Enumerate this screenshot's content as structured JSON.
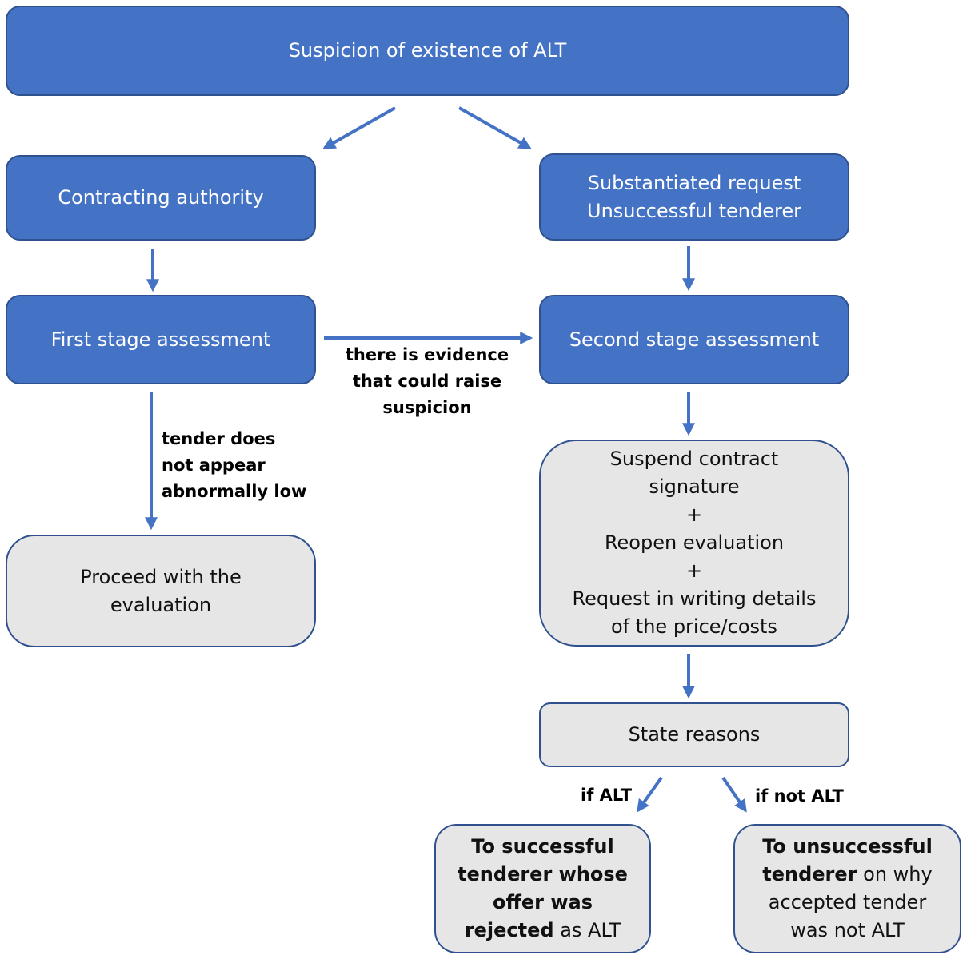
{
  "nodes": {
    "suspicion": {
      "lines": [
        "Suspicion of existence of ALT"
      ]
    },
    "contracting_authority": {
      "lines": [
        "Contracting authority"
      ]
    },
    "substantiated_request": {
      "lines": [
        "Substantiated request",
        "Unsuccessful tenderer"
      ]
    },
    "first_stage": {
      "lines": [
        "First stage assessment"
      ]
    },
    "second_stage": {
      "lines": [
        "Second stage assessment"
      ]
    },
    "proceed": {
      "lines": [
        "Proceed with the",
        "evaluation"
      ]
    },
    "suspend": {
      "lines": [
        "Suspend contract",
        "signature",
        "+",
        "Reopen evaluation",
        "+",
        "Request in writing details",
        "of the price/costs"
      ]
    },
    "state_reasons": {
      "lines": [
        "State reasons"
      ]
    },
    "to_successful": {
      "line1": "To successful",
      "line2": "tenderer whose",
      "line3": "offer was",
      "line4_bold": "rejected",
      "line4_rest": " as ALT"
    },
    "to_unsuccessful": {
      "line1": "To unsuccessful",
      "line2_bold": "tenderer",
      "line2_rest": " on why",
      "line3": "accepted tender",
      "line4": "was not ALT"
    }
  },
  "edge_labels": {
    "evidence": [
      "there is evidence",
      "that could raise",
      "suspicion"
    ],
    "not_low": [
      "tender does",
      "not appear",
      "abnormally low"
    ],
    "if_alt": "if ALT",
    "if_not_alt": "if not ALT"
  },
  "colors": {
    "blue_fill": "#4472c4",
    "blue_border": "#2f528f",
    "gray_fill": "#e7e6e6",
    "arrow": "#4472c4"
  }
}
